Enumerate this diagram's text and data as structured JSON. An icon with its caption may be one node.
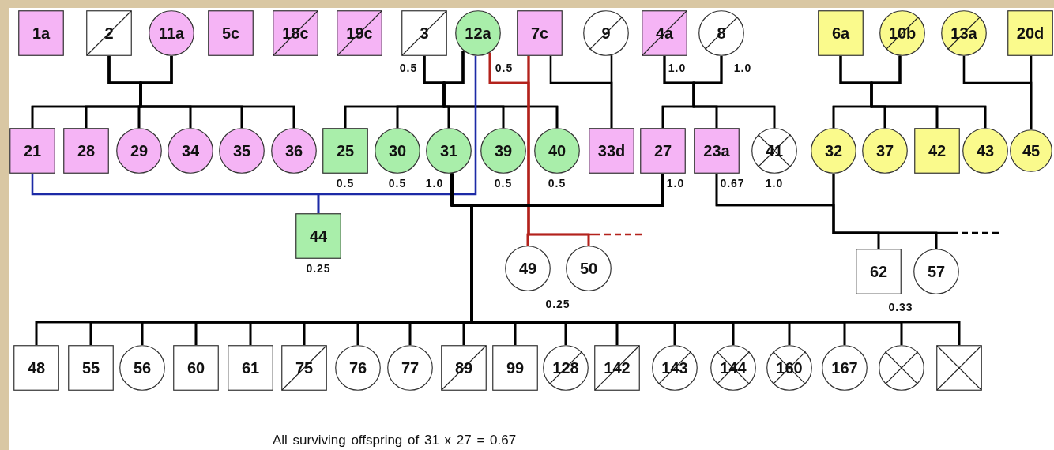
{
  "diagram": {
    "caption": "All surviving offspring of 31 x 27 = 0.67",
    "nodes": [
      {
        "text": [
          "1a"
        ]
      },
      {
        "text": [
          "2"
        ]
      },
      {
        "text": [
          "11a"
        ]
      },
      {
        "text": [
          "5c"
        ]
      },
      {
        "text": [
          "18c"
        ]
      },
      {
        "text": [
          "19c"
        ]
      },
      {
        "text": [
          "3"
        ],
        "beside": [
          "0.5"
        ]
      },
      {
        "text": [
          "12a"
        ],
        "beside": [
          "0.5"
        ]
      },
      {
        "text": [
          "7c"
        ]
      },
      {
        "text": [
          "9"
        ]
      },
      {
        "text": [
          "4a"
        ],
        "beside": [
          "1.0"
        ]
      },
      {
        "text": [
          "8"
        ],
        "beside": [
          "1.0"
        ]
      },
      {
        "text": [
          "6a"
        ]
      },
      {
        "text": [
          "10b"
        ]
      },
      {
        "text": [
          "13a"
        ]
      },
      {
        "text": [
          "20d"
        ]
      },
      {
        "text": [
          "21"
        ]
      },
      {
        "text": [
          "28"
        ]
      },
      {
        "text": [
          "29"
        ]
      },
      {
        "text": [
          "34"
        ]
      },
      {
        "text": [
          "35"
        ]
      },
      {
        "text": [
          "36"
        ]
      },
      {
        "text": [
          "25"
        ],
        "beside": [
          "0.5"
        ]
      },
      {
        "text": [
          "30"
        ],
        "beside": [
          "0.5"
        ]
      },
      {
        "text": [
          "31"
        ],
        "beside": [
          "1.0"
        ]
      },
      {
        "text": [
          "39"
        ],
        "beside": [
          "0.5"
        ]
      },
      {
        "text": [
          "40"
        ],
        "beside": [
          "0.5"
        ]
      },
      {
        "text": [
          "33d"
        ]
      },
      {
        "text": [
          "27"
        ],
        "beside": [
          "1.0"
        ]
      },
      {
        "text": [
          "23a"
        ],
        "beside": [
          "0.67"
        ]
      },
      {
        "text": [
          "41"
        ],
        "beside": [
          "1.0"
        ]
      },
      {
        "text": [
          "32"
        ]
      },
      {
        "text": [
          "37"
        ]
      },
      {
        "text": [
          "42"
        ]
      },
      {
        "text": [
          "43"
        ]
      },
      {
        "text": [
          "45"
        ]
      },
      {
        "text": [
          "44"
        ],
        "beside": [
          "0.25"
        ]
      },
      {
        "text": [
          "49"
        ]
      },
      {
        "text": [
          "50"
        ]
      },
      {
        "text": [
          "62"
        ]
      },
      {
        "text": [
          "57"
        ]
      },
      {
        "text": [
          "48"
        ]
      },
      {
        "text": [
          "55"
        ]
      },
      {
        "text": [
          "56"
        ]
      },
      {
        "text": [
          "60"
        ]
      },
      {
        "text": [
          "61"
        ]
      },
      {
        "text": [
          "75"
        ]
      },
      {
        "text": [
          "76"
        ]
      },
      {
        "text": [
          "77"
        ]
      },
      {
        "text": [
          "89"
        ]
      },
      {
        "text": [
          "99"
        ]
      },
      {
        "text": [
          "128"
        ]
      },
      {
        "text": [
          "142"
        ]
      },
      {
        "text": [
          "143"
        ]
      },
      {
        "text": [
          "144"
        ]
      },
      {
        "text": [
          "160"
        ]
      },
      {
        "text": [
          "167"
        ]
      },
      {
        "text": [],
        "shape": "circle"
      },
      {
        "text": [],
        "shape": "box"
      }
    ],
    "edges": [
      {
        "from": 1,
        "to": 16,
        "arrow": "none"
      },
      {
        "from": 2,
        "to": 16,
        "arrow": "none"
      },
      {
        "from": 1,
        "to": 17,
        "arrow": "none"
      },
      {
        "from": 2,
        "to": 17,
        "arrow": "none"
      },
      {
        "from": 1,
        "to": 18,
        "arrow": "none"
      },
      {
        "from": 2,
        "to": 18,
        "arrow": "none"
      },
      {
        "from": 1,
        "to": 19,
        "arrow": "none"
      },
      {
        "from": 2,
        "to": 19,
        "arrow": "none"
      },
      {
        "from": 1,
        "to": 20,
        "arrow": "none"
      },
      {
        "from": 2,
        "to": 20,
        "arrow": "none"
      },
      {
        "from": 1,
        "to": 21,
        "arrow": "none"
      },
      {
        "from": 2,
        "to": 21,
        "arrow": "none"
      },
      {
        "from": 6,
        "to": 22,
        "arrow": "none"
      },
      {
        "from": 7,
        "to": 22,
        "arrow": "none"
      },
      {
        "from": 6,
        "to": 23,
        "arrow": "none"
      },
      {
        "from": 7,
        "to": 23,
        "arrow": "none"
      },
      {
        "from": 6,
        "to": 24,
        "arrow": "none"
      },
      {
        "from": 7,
        "to": 24,
        "arrow": "none"
      },
      {
        "from": 6,
        "to": 25,
        "arrow": "none"
      },
      {
        "from": 7,
        "to": 25,
        "arrow": "none"
      },
      {
        "from": 6,
        "to": 26,
        "arrow": "none"
      },
      {
        "from": 7,
        "to": 26,
        "arrow": "none"
      },
      {
        "from": 8,
        "to": 27,
        "arrow": "none"
      },
      {
        "from": 9,
        "to": 27,
        "arrow": "none"
      },
      {
        "from": 10,
        "to": 28,
        "arrow": "none"
      },
      {
        "from": 11,
        "to": 28,
        "arrow": "none"
      },
      {
        "from": 10,
        "to": 29,
        "arrow": "none"
      },
      {
        "from": 11,
        "to": 29,
        "arrow": "none"
      },
      {
        "from": 10,
        "to": 30,
        "arrow": "none"
      },
      {
        "from": 11,
        "to": 30,
        "arrow": "none"
      },
      {
        "from": 12,
        "to": 31,
        "arrow": "none"
      },
      {
        "from": 13,
        "to": 31,
        "arrow": "none"
      },
      {
        "from": 12,
        "to": 32,
        "arrow": "none"
      },
      {
        "from": 13,
        "to": 32,
        "arrow": "none"
      },
      {
        "from": 12,
        "to": 33,
        "arrow": "none"
      },
      {
        "from": 13,
        "to": 33,
        "arrow": "none"
      },
      {
        "from": 12,
        "to": 34,
        "arrow": "none"
      },
      {
        "from": 13,
        "to": 34,
        "arrow": "none"
      },
      {
        "from": 14,
        "to": 35,
        "arrow": "none"
      },
      {
        "from": 15,
        "to": 35,
        "arrow": "none"
      },
      {
        "from": 16,
        "to": 36,
        "arrow": "none",
        "color": "#1c2aa6"
      },
      {
        "from": 7,
        "to": 36,
        "arrow": "none",
        "color": "#1c2aa6"
      },
      {
        "from": 7,
        "to": 37,
        "arrow": "none",
        "color": "#b3221c"
      },
      {
        "from": 8,
        "to": 37,
        "arrow": "none",
        "color": "#b3221c"
      },
      {
        "from": 7,
        "to": 38,
        "arrow": "none",
        "color": "#b3221c"
      },
      {
        "from": 8,
        "to": 38,
        "arrow": "none",
        "color": "#b3221c"
      },
      {
        "from": 8,
        "to": null,
        "arrow": "none",
        "style": "dashed",
        "color": "#b3221c"
      },
      {
        "from": 24,
        "to": 41,
        "arrow": "none"
      },
      {
        "from": 28,
        "to": 41,
        "arrow": "none"
      },
      {
        "from": 24,
        "to": 42,
        "arrow": "none"
      },
      {
        "from": 28,
        "to": 42,
        "arrow": "none"
      },
      {
        "from": 24,
        "to": 43,
        "arrow": "none"
      },
      {
        "from": 28,
        "to": 43,
        "arrow": "none"
      },
      {
        "from": 24,
        "to": 44,
        "arrow": "none"
      },
      {
        "from": 28,
        "to": 44,
        "arrow": "none"
      },
      {
        "from": 24,
        "to": 45,
        "arrow": "none"
      },
      {
        "from": 28,
        "to": 45,
        "arrow": "none"
      },
      {
        "from": 24,
        "to": 46,
        "arrow": "none"
      },
      {
        "from": 28,
        "to": 46,
        "arrow": "none"
      },
      {
        "from": 24,
        "to": 47,
        "arrow": "none"
      },
      {
        "from": 28,
        "to": 47,
        "arrow": "none"
      },
      {
        "from": 24,
        "to": 48,
        "arrow": "none"
      },
      {
        "from": 28,
        "to": 48,
        "arrow": "none"
      },
      {
        "from": 24,
        "to": 49,
        "arrow": "none"
      },
      {
        "from": 28,
        "to": 49,
        "arrow": "none"
      },
      {
        "from": 24,
        "to": 50,
        "arrow": "none"
      },
      {
        "from": 28,
        "to": 50,
        "arrow": "none"
      },
      {
        "from": 24,
        "to": 51,
        "arrow": "none"
      },
      {
        "from": 28,
        "to": 51,
        "arrow": "none"
      },
      {
        "from": 24,
        "to": 52,
        "arrow": "none"
      },
      {
        "from": 28,
        "to": 52,
        "arrow": "none"
      },
      {
        "from": 24,
        "to": 53,
        "arrow": "none"
      },
      {
        "from": 28,
        "to": 53,
        "arrow": "none"
      },
      {
        "from": 24,
        "to": 54,
        "arrow": "none"
      },
      {
        "from": 28,
        "to": 54,
        "arrow": "none"
      },
      {
        "from": 24,
        "to": 55,
        "arrow": "none"
      },
      {
        "from": 28,
        "to": 55,
        "arrow": "none"
      },
      {
        "from": 24,
        "to": 56,
        "arrow": "none"
      },
      {
        "from": 28,
        "to": 56,
        "arrow": "none"
      },
      {
        "from": 24,
        "to": 57,
        "arrow": "none"
      },
      {
        "from": 28,
        "to": 57,
        "arrow": "none"
      },
      {
        "from": 24,
        "to": 58,
        "arrow": "none"
      },
      {
        "from": 28,
        "to": 58,
        "arrow": "none"
      },
      {
        "from": 29,
        "to": 39,
        "arrow": "none"
      },
      {
        "from": 31,
        "to": 39,
        "arrow": "none"
      },
      {
        "from": 29,
        "to": 40,
        "arrow": "none"
      },
      {
        "from": 31,
        "to": 40,
        "arrow": "none"
      },
      {
        "from": 31,
        "to": null,
        "arrow": "none",
        "style": "dashed"
      }
    ],
    "labels": [
      "0.25",
      "0.33"
    ]
  }
}
